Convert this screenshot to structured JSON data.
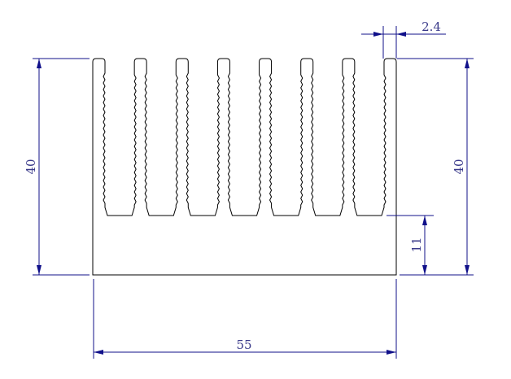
{
  "drawing": {
    "fin_count": 8,
    "dimensions": {
      "height_left": "40",
      "height_right": "40",
      "base_thickness": "11",
      "width": "55",
      "fin_thickness": "2.4"
    },
    "colors": {
      "outline": "#000000",
      "dimension": "#10108a",
      "dimension_text": "#3a3a8a"
    }
  }
}
